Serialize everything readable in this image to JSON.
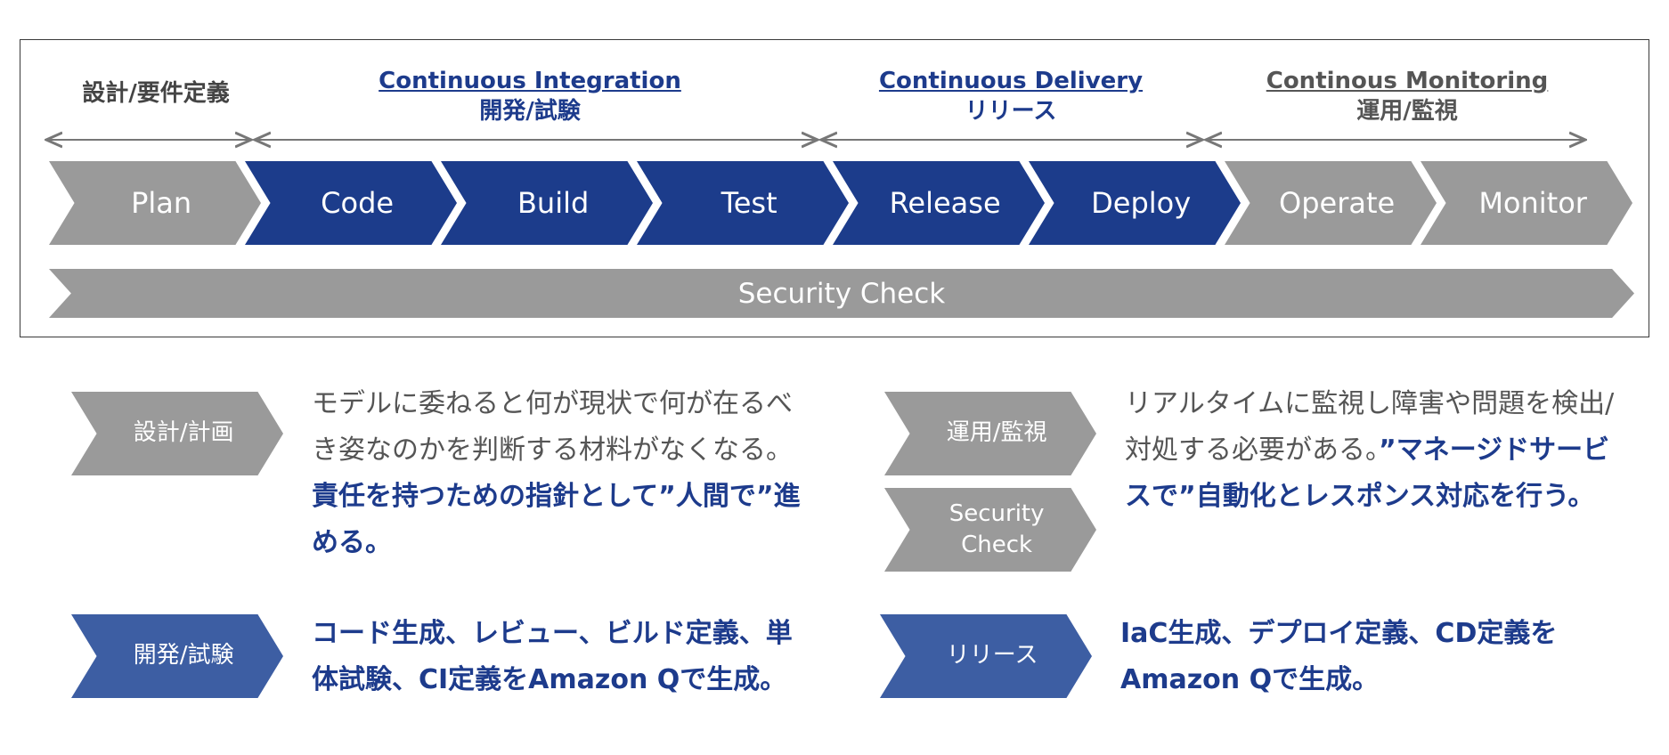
{
  "header": {
    "plan": {
      "jp": "設計/要件定義"
    },
    "ci": {
      "en": "Continuous Integration",
      "jp": "開発/試験"
    },
    "cd": {
      "en": "Continuous Delivery",
      "jp": "リリース"
    },
    "cm": {
      "en": "Continous Monitoring",
      "jp": "運用/監視"
    }
  },
  "stages": [
    "Plan",
    "Code",
    "Build",
    "Test",
    "Release",
    "Deploy",
    "Operate",
    "Monitor"
  ],
  "security_bar": "Security Check",
  "legend": {
    "design": "設計/計画",
    "dev": "開発/試験",
    "ops": "運用/監視",
    "security_line1": "Security",
    "security_line2": "Check",
    "release": "リリース"
  },
  "descriptions": {
    "design_plain": "モデルに委ねると何が現状で何が在るべき姿なのかを判断する材料がなくなる。",
    "design_emph": "責任を持つための指針として”人間で”進める。",
    "dev": "コード生成、レビュー、ビルド定義、単体試験、CI定義をAmazon Qで生成。",
    "ops_plain": "リアルタイムに監視し障害や問題を検出/対処する必要がある。",
    "ops_emph": "”マネージドサービスで”自動化とレスポンス対応を行う。",
    "release": "IaC生成、デプロイ定義、CD定義をAmazon Qで生成。"
  },
  "colors": {
    "blue": "#1c3c8b",
    "gray": "#9a9a9a",
    "legend_blue": "#3d5ea3",
    "text_blue": "#1d3b8c"
  }
}
